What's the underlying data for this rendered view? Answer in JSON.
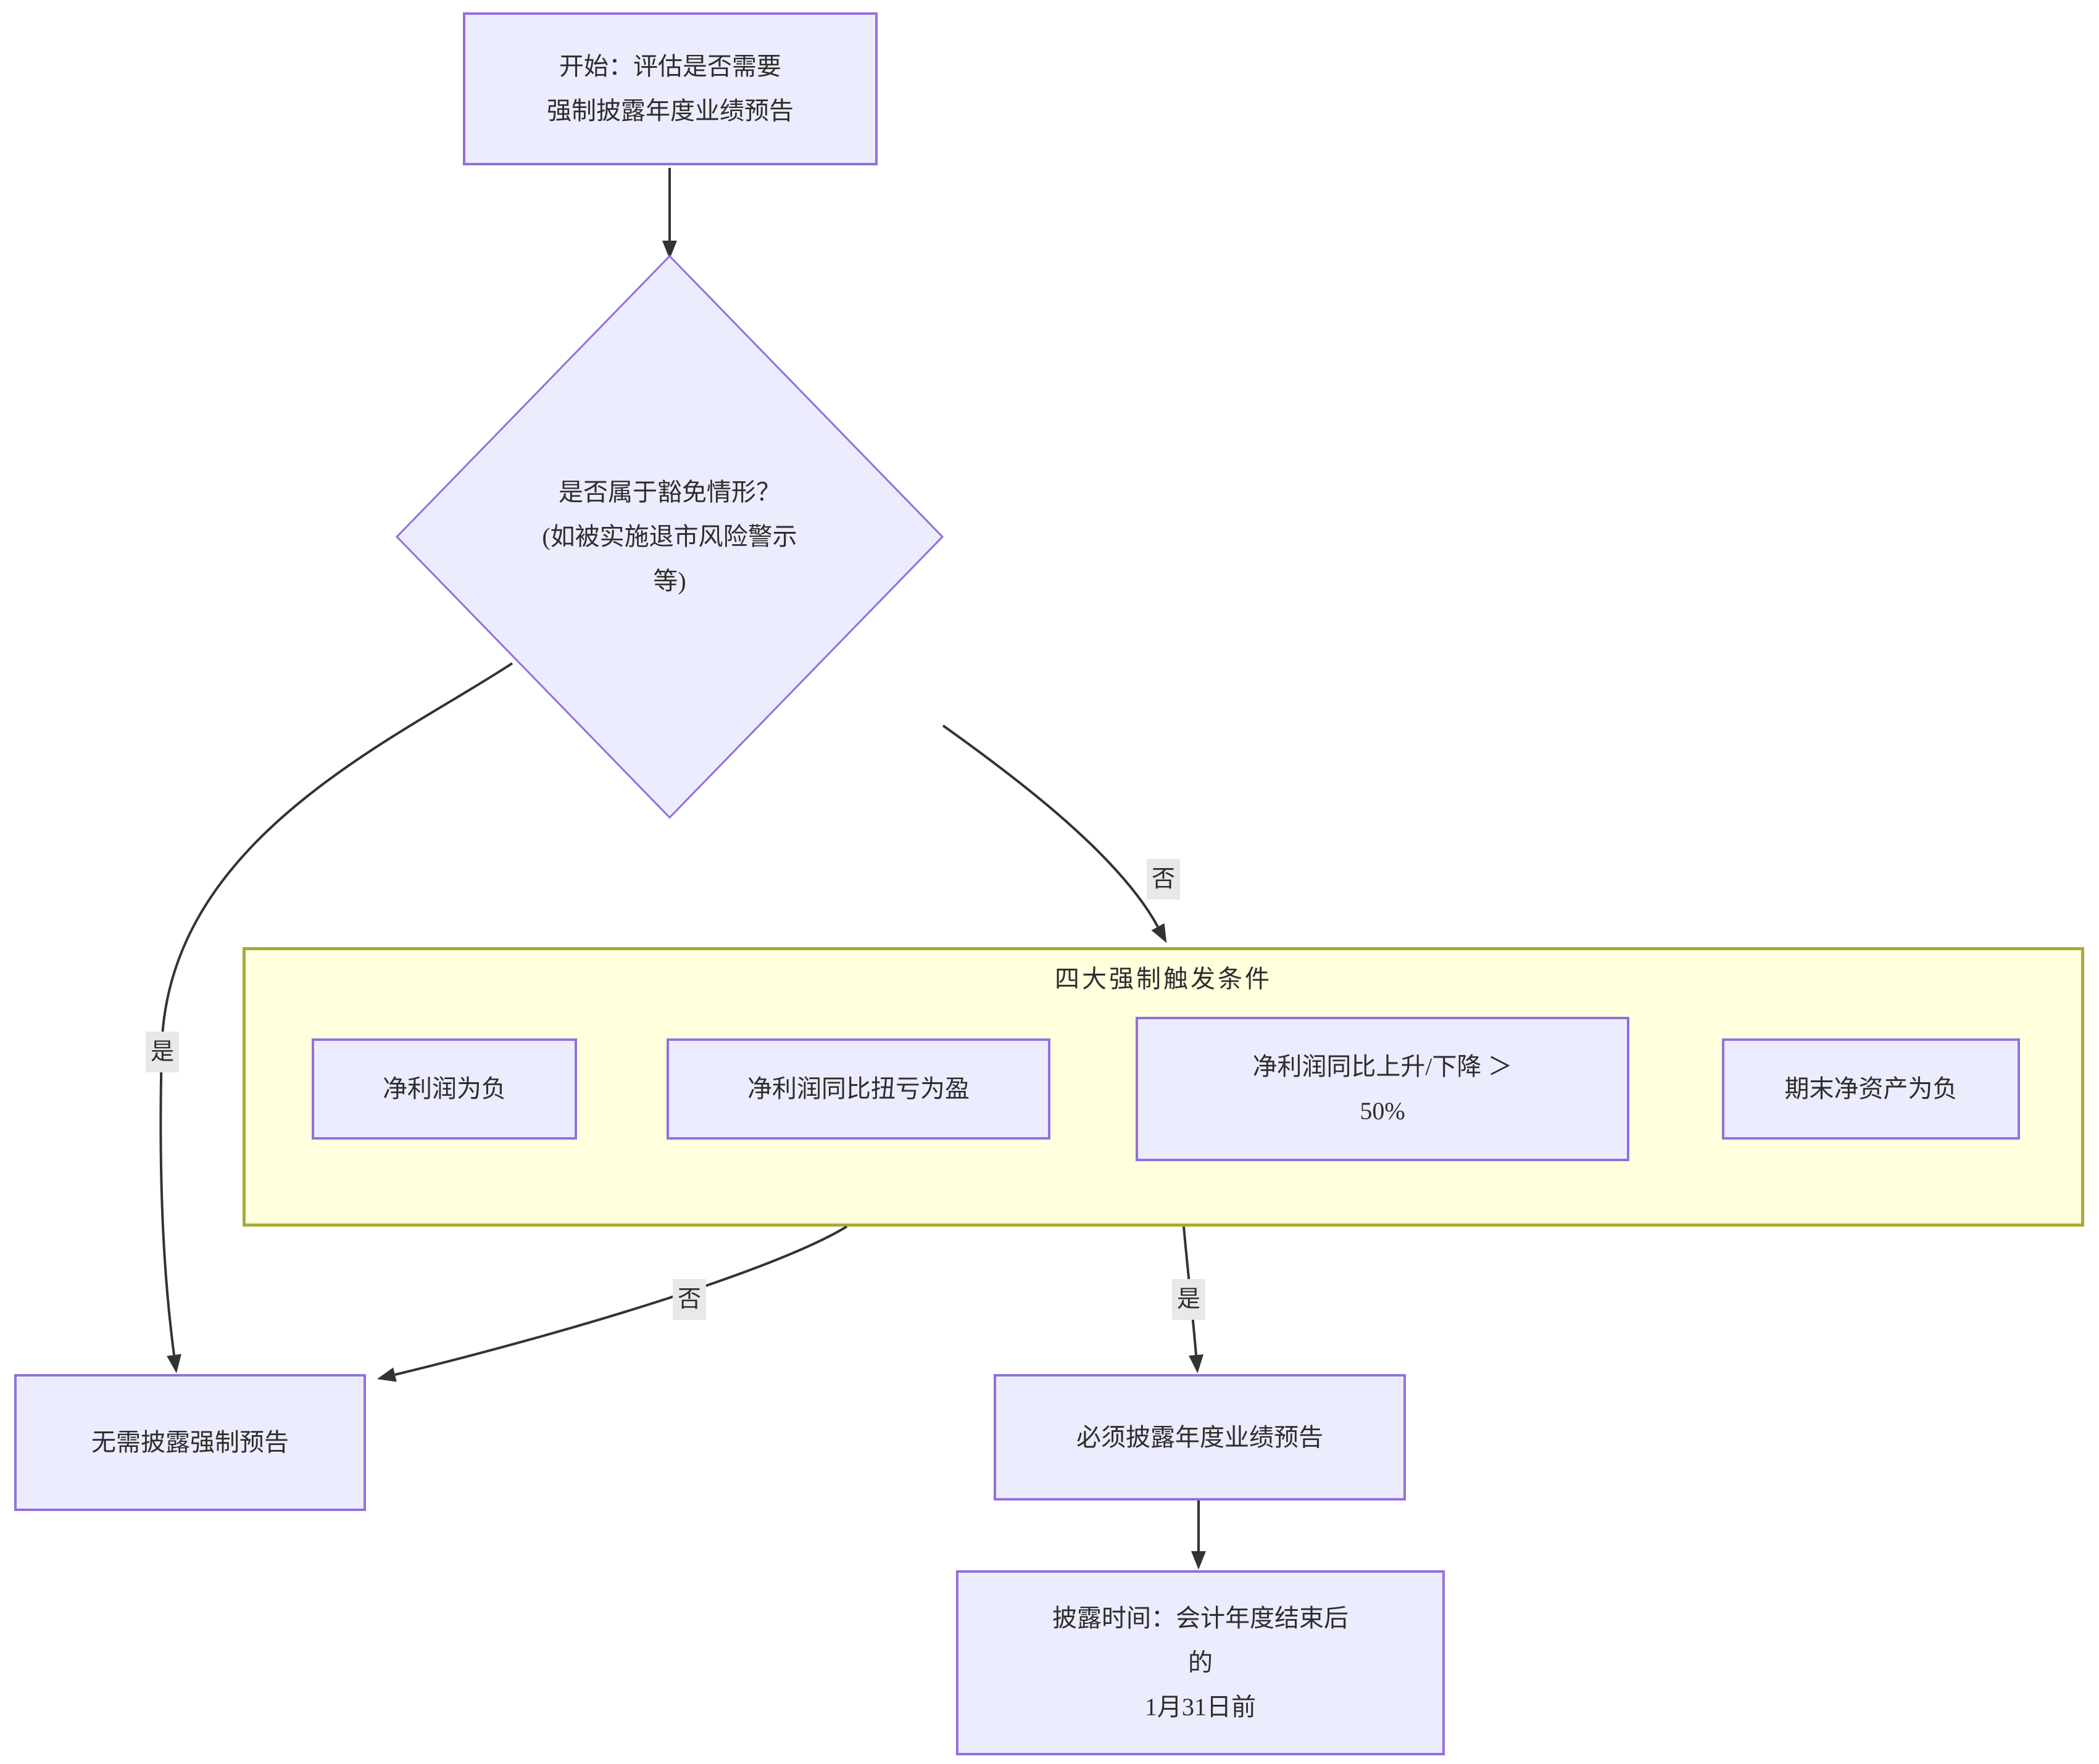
{
  "diagram": {
    "nodes": {
      "start": "开始：评估是否需要\n强制披露年度业绩预告",
      "exemption_decision": "是否属于豁免情形？\n(如被实施退市风险警示\n等)",
      "cond_net_profit_negative": "净利润为负",
      "cond_turn_loss_to_profit": "净利润同比扭亏为盈",
      "cond_change_over_50pct": "净利润同比上升/下降 ＞\n50%",
      "cond_net_assets_negative": "期末净资产为负",
      "no_disclosure_needed": "无需披露强制预告",
      "must_disclose": "必须披露年度业绩预告",
      "disclosure_deadline": "披露时间：会计年度结束后\n的\n1月31日前"
    },
    "container_title": "四大强制触发条件",
    "edge_labels": {
      "exemption_yes": "是",
      "exemption_no": "否",
      "trigger_no": "否",
      "trigger_yes": "是"
    },
    "colors": {
      "node_fill": "#ECECFF",
      "node_border": "#9370DB",
      "container_fill": "#FFFFDE",
      "container_border": "#AAAA33",
      "edge": "#333333",
      "text": "#2D2D2D",
      "edge_label_bg": "#E8E8E8"
    }
  }
}
